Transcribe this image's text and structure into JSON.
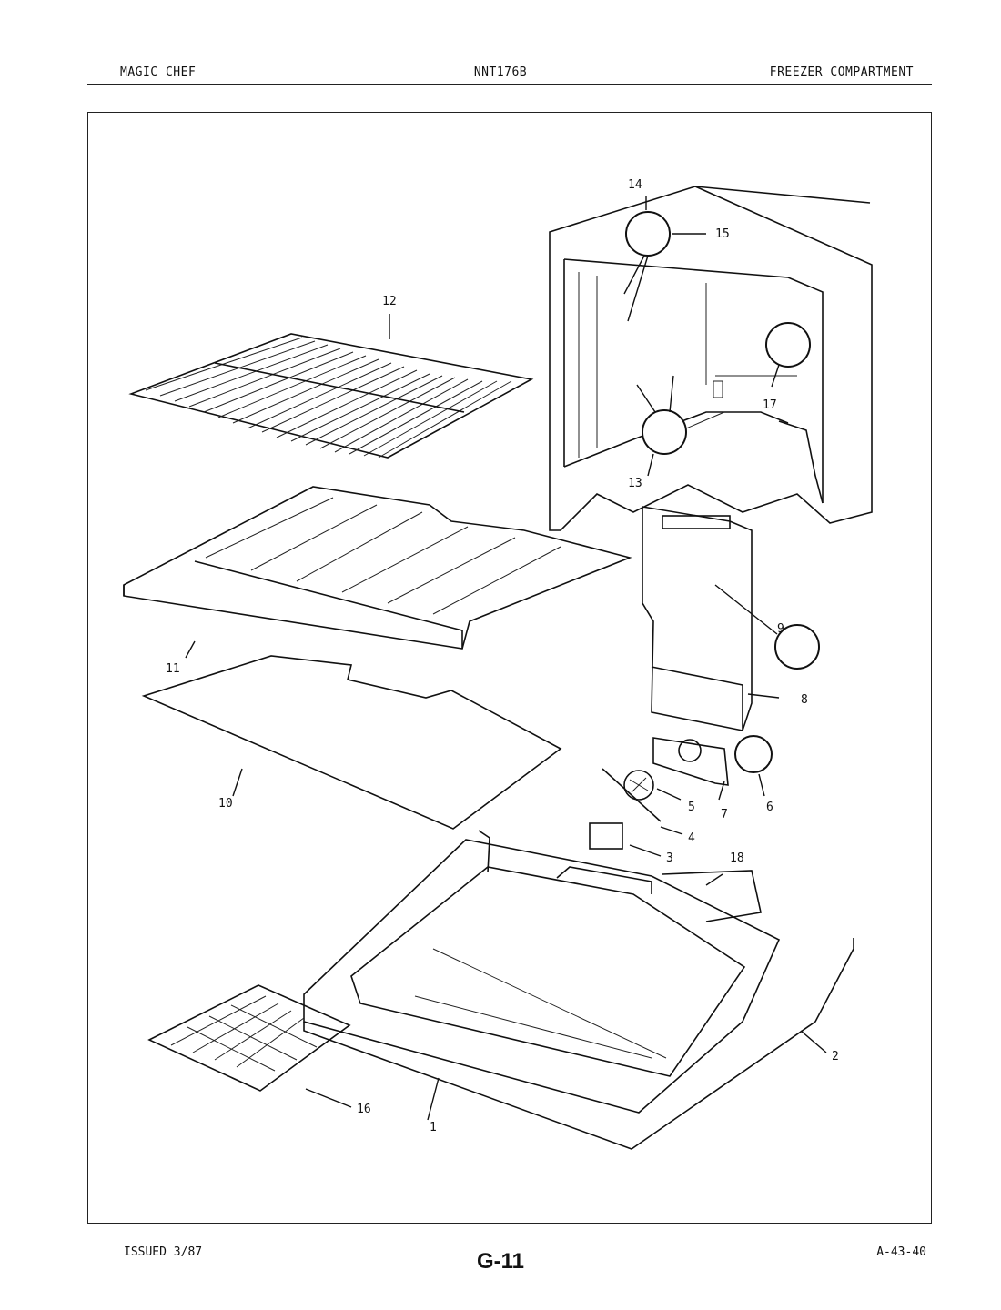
{
  "header": {
    "brand": "MAGIC CHEF",
    "model": "NNT176B",
    "section": "FREEZER COMPARTMENT"
  },
  "footer": {
    "issued": "ISSUED 3/87",
    "page": "G-11",
    "code": "A-43-40"
  },
  "callouts": [
    "1",
    "2",
    "3",
    "4",
    "5",
    "6",
    "7",
    "8",
    "9",
    "10",
    "11",
    "12",
    "13",
    "14",
    "15",
    "16",
    "17",
    "18"
  ]
}
